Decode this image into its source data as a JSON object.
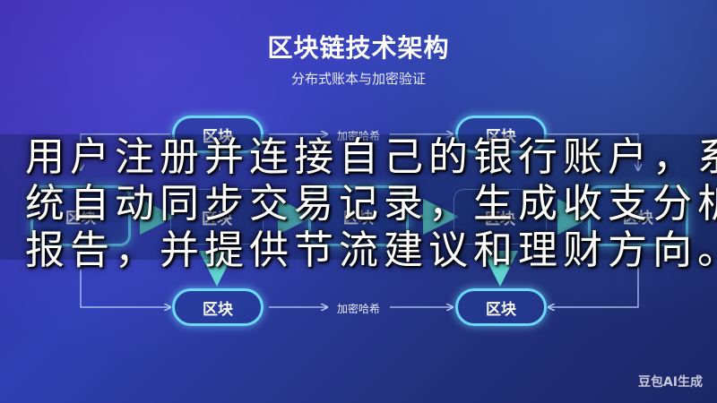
{
  "header": {
    "title": "区块链技术架构",
    "subtitle": "分布式账本与加密验证"
  },
  "block_label": "区块",
  "blocks": [
    "区块",
    "区块",
    "区块",
    "区块",
    "区块",
    "区块",
    "区块",
    "区块",
    "区块"
  ],
  "top_hash_label": "加密哈希",
  "bottom_hash_label": "加密哈希",
  "overlay_text": "用户注册并连接自己的银行账户，系统自动同步交易记录，生成收支分析报告，并提供节流建议和理财方向。",
  "watermark": "豆包AI生成",
  "colors": {
    "accent": "#6cd9ff",
    "arrow": "#5fd6cf",
    "background_start": "#3a2aa8",
    "background_end": "#1b2666"
  }
}
